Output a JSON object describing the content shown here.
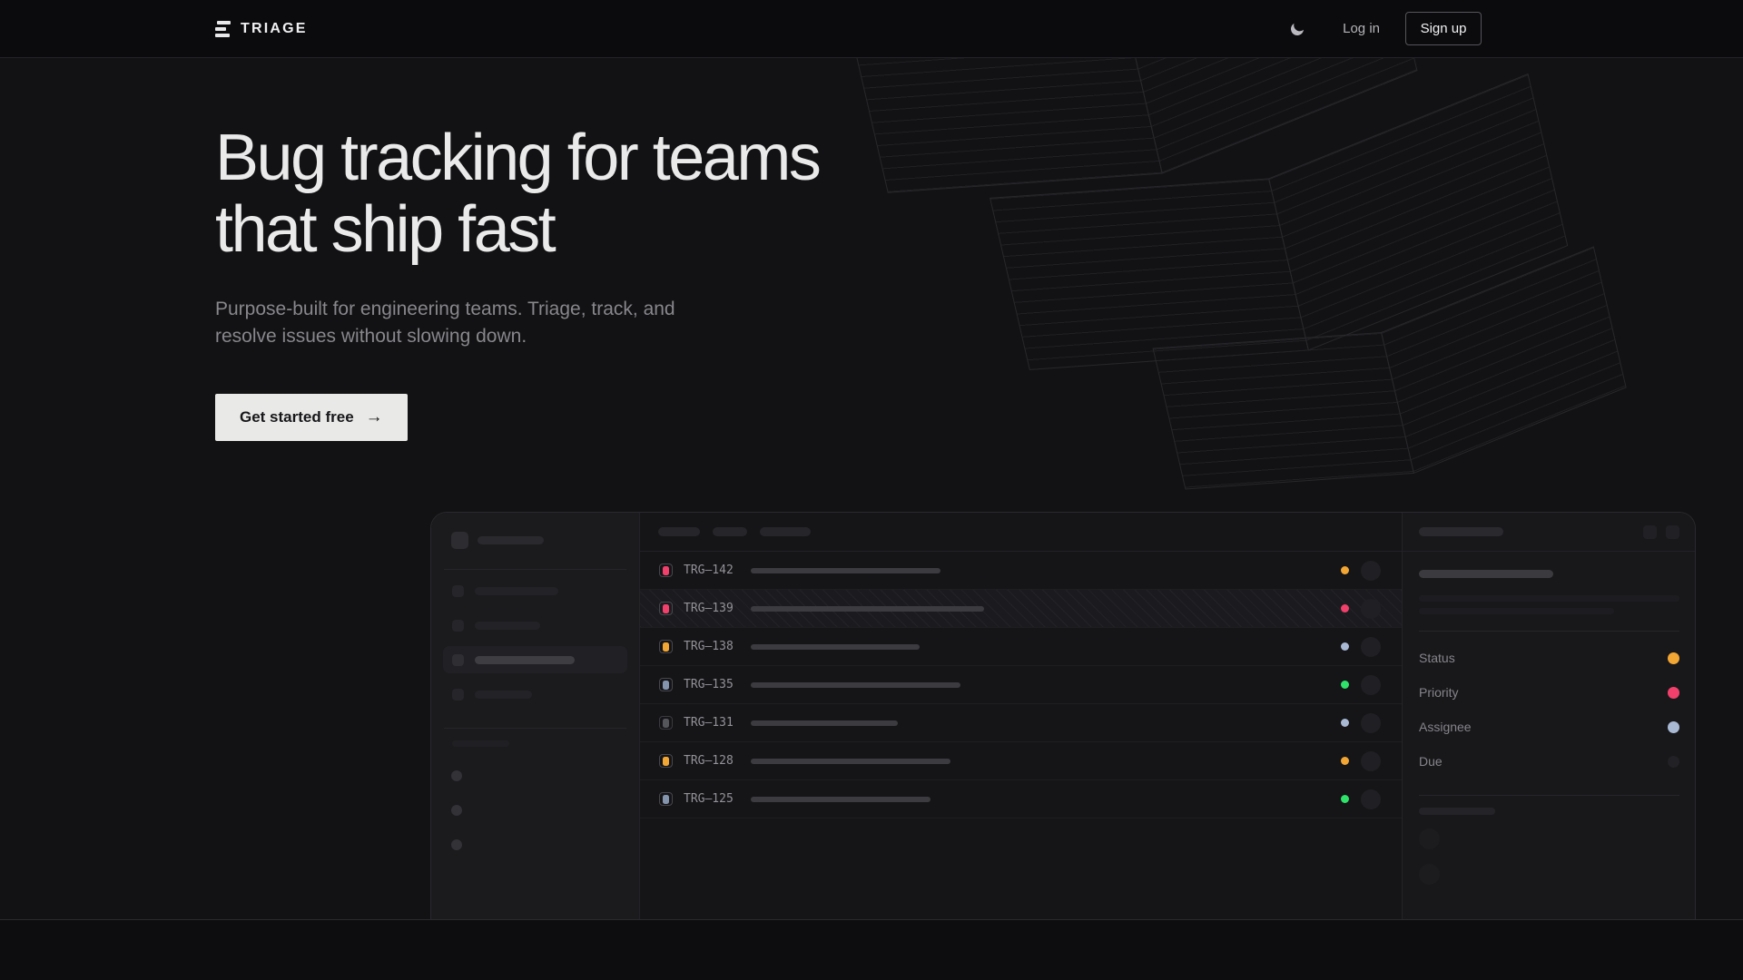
{
  "nav": {
    "brand": "TRIAGE",
    "login_label": "Log in",
    "signup_label": "Sign up"
  },
  "hero": {
    "title_line1": "Bug tracking for teams",
    "title_line2": "that ship fast",
    "subtitle_line1": "Purpose-built for engineering teams. Triage, track, and",
    "subtitle_line2": "resolve issues without slowing down.",
    "cta_label": "Get started free",
    "cta_arrow": "→"
  },
  "mockup": {
    "issues": [
      {
        "id": "TRG–142",
        "badge": "pink",
        "skeleton_width": 209,
        "dot": "amber",
        "selected": false
      },
      {
        "id": "TRG–139",
        "badge": "pink",
        "skeleton_width": 257,
        "dot": "pink",
        "selected": true
      },
      {
        "id": "TRG–138",
        "badge": "amber",
        "skeleton_width": 186,
        "dot": "lavender",
        "selected": false
      },
      {
        "id": "TRG–135",
        "badge": "slate",
        "skeleton_width": 231,
        "dot": "green",
        "selected": false
      },
      {
        "id": "TRG–131",
        "badge": "gray",
        "skeleton_width": 162,
        "dot": "lavender",
        "selected": false
      },
      {
        "id": "TRG–128",
        "badge": "amber",
        "skeleton_width": 220,
        "dot": "amber",
        "selected": false
      },
      {
        "id": "TRG–125",
        "badge": "slate",
        "skeleton_width": 198,
        "dot": "green",
        "selected": false
      }
    ],
    "detail_fields": [
      {
        "label": "Status",
        "dot": "amber"
      },
      {
        "label": "Priority",
        "dot": "pink"
      },
      {
        "label": "Assignee",
        "dot": "lavender"
      },
      {
        "label": "Due",
        "dot": "muted"
      }
    ]
  },
  "colors": {
    "pink": "#f0406b",
    "amber": "#f2a634",
    "green": "#2ee26a",
    "lavender": "#a9b9d4",
    "slate": "#8494ac",
    "gray": "#55555c",
    "muted": "#222226"
  }
}
